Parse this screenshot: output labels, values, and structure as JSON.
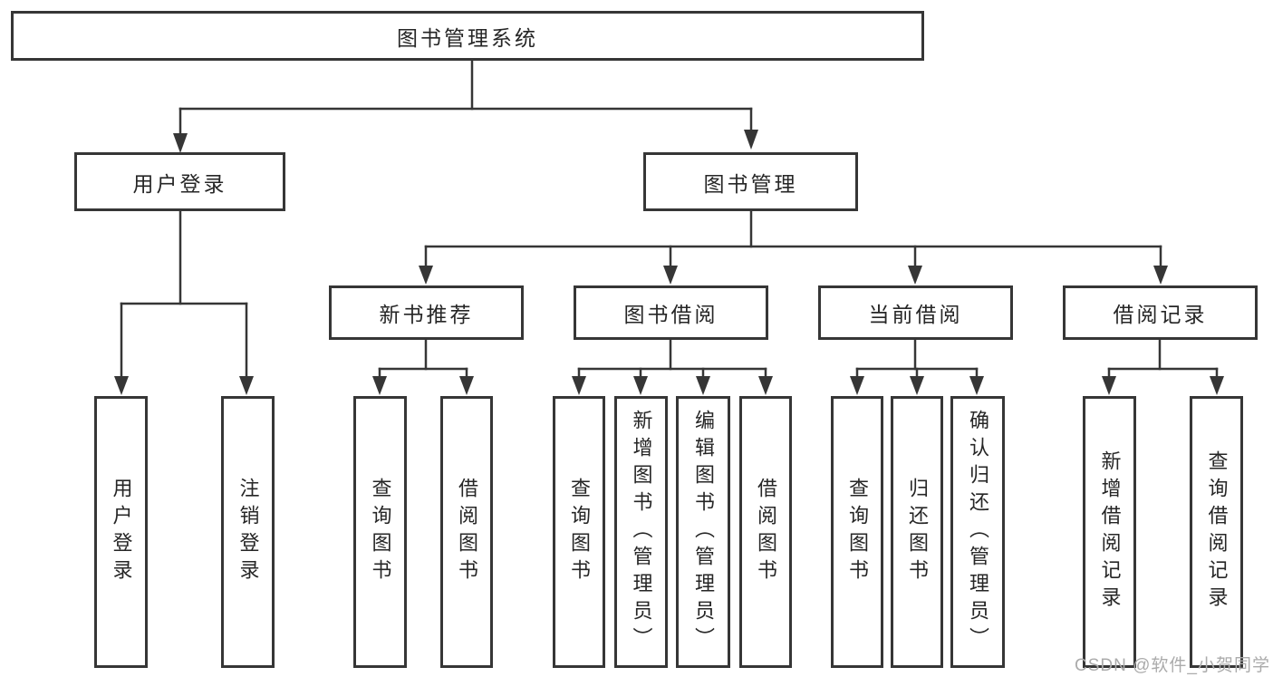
{
  "diagram": {
    "root": {
      "label": "图书管理系统"
    },
    "level2": [
      {
        "id": "user-login",
        "label": "用户登录"
      },
      {
        "id": "book-management",
        "label": "图书管理"
      }
    ],
    "level3": [
      {
        "id": "new-book-recommend",
        "label": "新书推荐",
        "parent": "图书管理"
      },
      {
        "id": "book-borrowing",
        "label": "图书借阅",
        "parent": "图书管理"
      },
      {
        "id": "current-borrowing",
        "label": "当前借阅",
        "parent": "图书管理"
      },
      {
        "id": "borrowing-records",
        "label": "借阅记录",
        "parent": "图书管理"
      }
    ],
    "leaves": [
      {
        "id": "user-login-action",
        "label": "用户登录",
        "parent": "用户登录"
      },
      {
        "id": "logout-action",
        "label": "注销登录",
        "parent": "用户登录"
      },
      {
        "id": "query-books-1",
        "label": "查询图书",
        "parent": "新书推荐"
      },
      {
        "id": "borrow-book-1",
        "label": "借阅图书",
        "parent": "新书推荐"
      },
      {
        "id": "query-books-2",
        "label": "查询图书",
        "parent": "图书借阅"
      },
      {
        "id": "add-book-admin",
        "label": "新增图书（管理员）",
        "parent": "图书借阅"
      },
      {
        "id": "edit-book-admin",
        "label": "编辑图书（管理员）",
        "parent": "图书借阅"
      },
      {
        "id": "borrow-book-2",
        "label": "借阅图书",
        "parent": "图书借阅"
      },
      {
        "id": "query-books-3",
        "label": "查询图书",
        "parent": "当前借阅"
      },
      {
        "id": "return-book",
        "label": "归还图书",
        "parent": "当前借阅"
      },
      {
        "id": "confirm-return-admin",
        "label": "确认归还（管理员）",
        "parent": "当前借阅"
      },
      {
        "id": "add-borrow-record",
        "label": "新增借阅记录",
        "parent": "借阅记录"
      },
      {
        "id": "query-borrow-record",
        "label": "查询借阅记录",
        "parent": "借阅记录"
      }
    ],
    "watermark": "CSDN @软件_小贺同学",
    "colors": {
      "line": "#363636",
      "border": "#363636",
      "text": "#262626",
      "watermark": "#ababab",
      "background": "#ffffff"
    }
  }
}
